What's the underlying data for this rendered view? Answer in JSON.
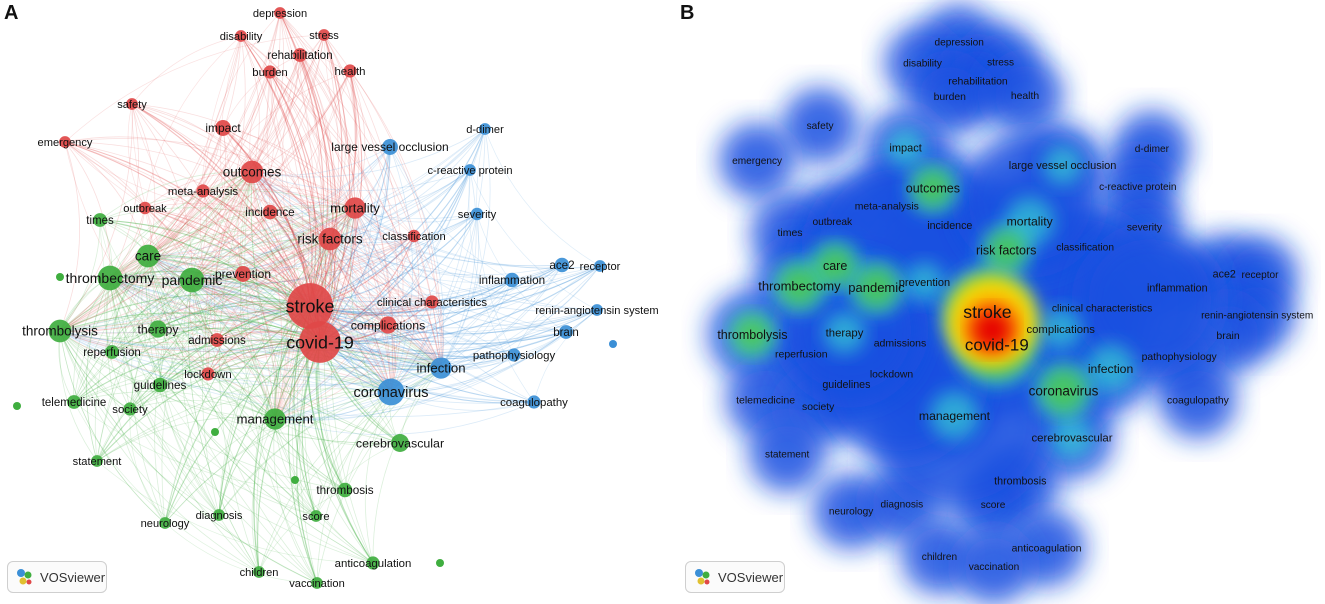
{
  "panels": {
    "a_label": "A",
    "b_label": "B"
  },
  "badge": {
    "label": "VOSviewer"
  },
  "colors": {
    "cluster_red": "#e04848",
    "cluster_green": "#3fae3f",
    "cluster_blue": "#3b8fd6",
    "density_low": "#1a4fe0",
    "density_mid": "#3ef0d0",
    "density_high": "#ffe000",
    "density_peak": "#e60000"
  },
  "network": {
    "nodes": [
      {
        "id": "depression",
        "label": "depression",
        "cluster": "red",
        "weight": 1
      },
      {
        "id": "disability",
        "label": "disability",
        "cluster": "red",
        "weight": 1
      },
      {
        "id": "stress",
        "label": "stress",
        "cluster": "red",
        "weight": 1
      },
      {
        "id": "rehabilitation",
        "label": "rehabilitation",
        "cluster": "red",
        "weight": 1.3
      },
      {
        "id": "burden",
        "label": "burden",
        "cluster": "red",
        "weight": 1.2
      },
      {
        "id": "health",
        "label": "health",
        "cluster": "red",
        "weight": 1.2
      },
      {
        "id": "safety",
        "label": "safety",
        "cluster": "red",
        "weight": 1
      },
      {
        "id": "emergency",
        "label": "emergency",
        "cluster": "red",
        "weight": 1
      },
      {
        "id": "impact",
        "label": "impact",
        "cluster": "red",
        "weight": 1.6
      },
      {
        "id": "outcomes",
        "label": "outcomes",
        "cluster": "red",
        "weight": 2.6
      },
      {
        "id": "meta-analysis",
        "label": "meta-analysis",
        "cluster": "red",
        "weight": 1.2
      },
      {
        "id": "outbreak",
        "label": "outbreak",
        "cluster": "red",
        "weight": 1.1
      },
      {
        "id": "incidence",
        "label": "incidence",
        "cluster": "red",
        "weight": 1.4
      },
      {
        "id": "mortality",
        "label": "mortality",
        "cluster": "red",
        "weight": 2.4
      },
      {
        "id": "risk factors",
        "label": "risk factors",
        "cluster": "red",
        "weight": 2.6
      },
      {
        "id": "classification",
        "label": "classification",
        "cluster": "red",
        "weight": 1.1
      },
      {
        "id": "prevention",
        "label": "prevention",
        "cluster": "red",
        "weight": 1.6
      },
      {
        "id": "clinical characteristics",
        "label": "clinical characteristics",
        "cluster": "red",
        "weight": 1.2
      },
      {
        "id": "stroke",
        "label": "stroke",
        "cluster": "red",
        "weight": 6
      },
      {
        "id": "complications",
        "label": "complications",
        "cluster": "red",
        "weight": 1.8
      },
      {
        "id": "covid-19",
        "label": "covid-19",
        "cluster": "red",
        "weight": 5.4
      },
      {
        "id": "admissions",
        "label": "admissions",
        "cluster": "red",
        "weight": 1.3
      },
      {
        "id": "lockdown",
        "label": "lockdown",
        "cluster": "red",
        "weight": 1.2
      },
      {
        "id": "times",
        "label": "times",
        "cluster": "green",
        "weight": 1.3
      },
      {
        "id": "care",
        "label": "care",
        "cluster": "green",
        "weight": 2.6
      },
      {
        "id": "thrombectomy",
        "label": "thrombectomy",
        "cluster": "green",
        "weight": 2.9
      },
      {
        "id": "pandemic",
        "label": "pandemic",
        "cluster": "green",
        "weight": 2.9
      },
      {
        "id": "thrombolysis",
        "label": "thrombolysis",
        "cluster": "green",
        "weight": 2.6
      },
      {
        "id": "therapy",
        "label": "therapy",
        "cluster": "green",
        "weight": 1.8
      },
      {
        "id": "reperfusion",
        "label": "reperfusion",
        "cluster": "green",
        "weight": 1.3
      },
      {
        "id": "guidelines",
        "label": "guidelines",
        "cluster": "green",
        "weight": 1.4
      },
      {
        "id": "telemedicine",
        "label": "telemedicine",
        "cluster": "green",
        "weight": 1.3
      },
      {
        "id": "society",
        "label": "society",
        "cluster": "green",
        "weight": 1.2
      },
      {
        "id": "management",
        "label": "management",
        "cluster": "green",
        "weight": 2.4
      },
      {
        "id": "cerebrovascular",
        "label": "cerebrovascular",
        "cluster": "green",
        "weight": 1.9
      },
      {
        "id": "statement",
        "label": "statement",
        "cluster": "green",
        "weight": 1
      },
      {
        "id": "thrombosis",
        "label": "thrombosis",
        "cluster": "green",
        "weight": 1.4
      },
      {
        "id": "neurology",
        "label": "neurology",
        "cluster": "green",
        "weight": 1
      },
      {
        "id": "diagnosis",
        "label": "diagnosis",
        "cluster": "green",
        "weight": 1
      },
      {
        "id": "score",
        "label": "score",
        "cluster": "green",
        "weight": 1
      },
      {
        "id": "anticoagulation",
        "label": "anticoagulation",
        "cluster": "green",
        "weight": 1.2
      },
      {
        "id": "children",
        "label": "children",
        "cluster": "green",
        "weight": 1
      },
      {
        "id": "vaccination",
        "label": "vaccination",
        "cluster": "green",
        "weight": 1
      },
      {
        "id": "d-dimer",
        "label": "d-dimer",
        "cluster": "blue",
        "weight": 1
      },
      {
        "id": "large vessel occlusion",
        "label": "large vessel occlusion",
        "cluster": "blue",
        "weight": 1.6
      },
      {
        "id": "c-reactive protein",
        "label": "c-reactive protein",
        "cluster": "blue",
        "weight": 1
      },
      {
        "id": "severity",
        "label": "severity",
        "cluster": "blue",
        "weight": 1.1
      },
      {
        "id": "ace2",
        "label": "ace2",
        "cluster": "blue",
        "weight": 1.4
      },
      {
        "id": "receptor",
        "label": "receptor",
        "cluster": "blue",
        "weight": 1
      },
      {
        "id": "inflammation",
        "label": "inflammation",
        "cluster": "blue",
        "weight": 1.4
      },
      {
        "id": "renin-angiotensin system",
        "label": "renin-angiotensin system",
        "cluster": "blue",
        "weight": 1
      },
      {
        "id": "brain",
        "label": "brain",
        "cluster": "blue",
        "weight": 1.3
      },
      {
        "id": "infection",
        "label": "infection",
        "cluster": "blue",
        "weight": 2.4
      },
      {
        "id": "pathophysiology",
        "label": "pathophysiology",
        "cluster": "blue",
        "weight": 1.2
      },
      {
        "id": "coronavirus",
        "label": "coronavirus",
        "cluster": "blue",
        "weight": 3.2
      },
      {
        "id": "coagulopathy",
        "label": "coagulopathy",
        "cluster": "blue",
        "weight": 1.2
      }
    ]
  }
}
